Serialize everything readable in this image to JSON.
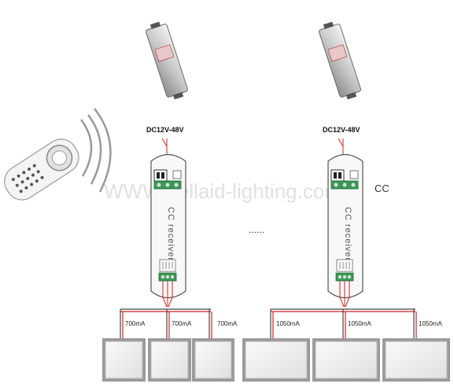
{
  "supply_label": "DC12V-48V",
  "receiver_label": "CC receiver",
  "cc_label": "CC",
  "continuation": "......",
  "watermark": "WWW.bellaid-lighting.com",
  "left_group": {
    "currents": [
      "700mA",
      "700mA",
      "700mA"
    ]
  },
  "right_group": {
    "currents": [
      "1050mA",
      "1050mA",
      "1050mA"
    ]
  },
  "colors": {
    "wire_red": "#d42020",
    "panel_border": "#8a8a8a",
    "panel_fill": "#ececec"
  }
}
